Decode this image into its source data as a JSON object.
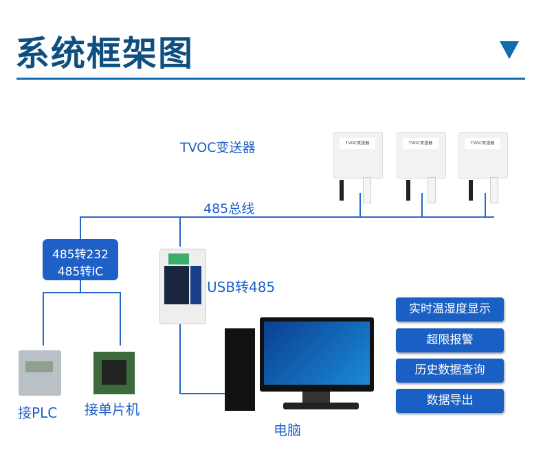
{
  "header": {
    "title": "系统框架图"
  },
  "diagram": {
    "sensor_label": "TVOC变送器",
    "sensor_tag": "TVOC变送器",
    "bus_label": "485总线",
    "converter_box": {
      "line1": "485转232",
      "line2": "485转IC"
    },
    "usb_label": "USB转485",
    "plc_label": "接PLC",
    "mcu_label": "接单片机",
    "pc_label": "电脑",
    "features": [
      "实时温湿度显示",
      "超限报警",
      "历史数据查询",
      "数据导出"
    ]
  },
  "colors": {
    "title": "#0f4f80",
    "accent": "#1e5fc8",
    "line": "#2566c8"
  }
}
